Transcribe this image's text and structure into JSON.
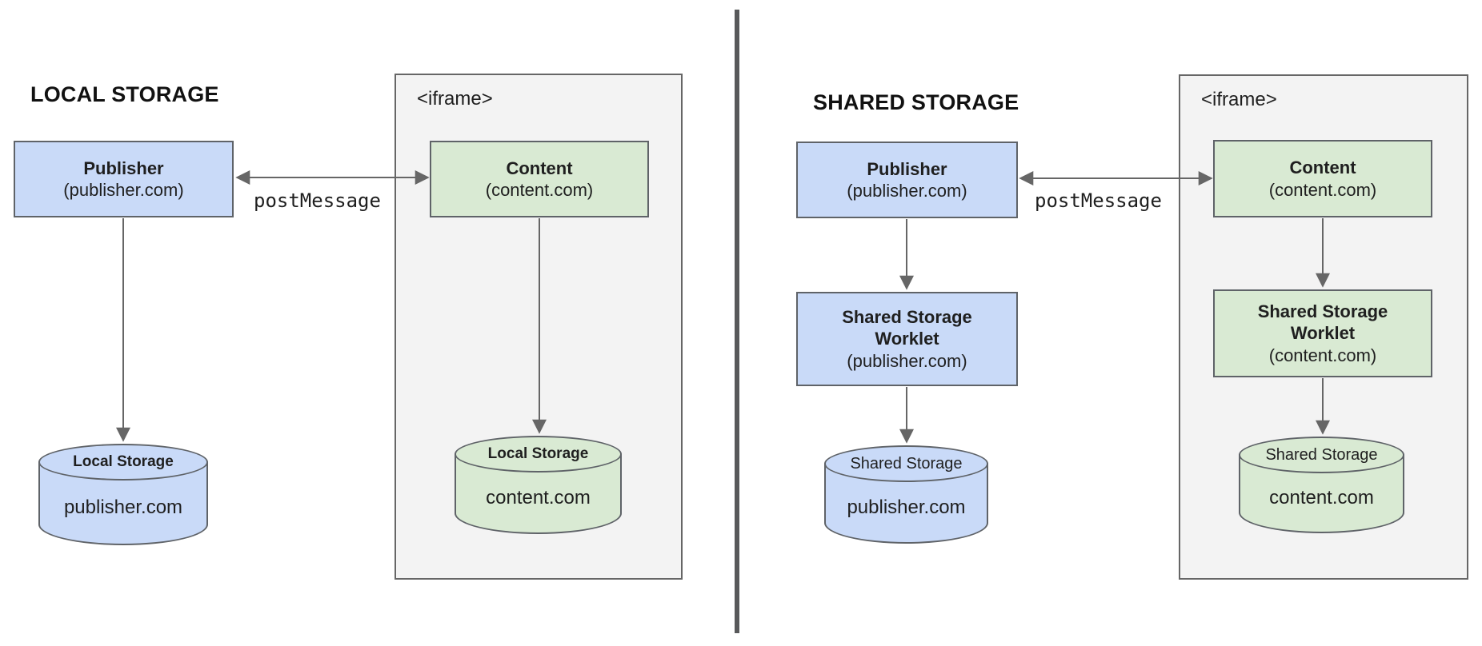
{
  "colors": {
    "publisher_fill": "#c9daf8",
    "content_fill": "#d9ead3",
    "iframe_fill": "#f3f3f3",
    "box_border": "#5f6368",
    "arrow_color": "#666666",
    "divider_color": "#58595b",
    "text_color": "#1f1f1f"
  },
  "local": {
    "title": "LOCAL STORAGE",
    "publisher_box": {
      "name": "Publisher",
      "origin": "(publisher.com)"
    },
    "post_message": "postMessage",
    "iframe_label": "<iframe>",
    "content_box": {
      "name": "Content",
      "origin": "(content.com)"
    },
    "publisher_storage": {
      "label": "Local Storage",
      "origin": "publisher.com"
    },
    "content_storage": {
      "label": "Local Storage",
      "origin": "content.com"
    }
  },
  "shared": {
    "title": "SHARED STORAGE",
    "publisher_box": {
      "name": "Publisher",
      "origin": "(publisher.com)"
    },
    "post_message": "postMessage",
    "iframe_label": "<iframe>",
    "content_box": {
      "name": "Content",
      "origin": "(content.com)"
    },
    "publisher_worklet": {
      "name_line1": "Shared Storage",
      "name_line2": "Worklet",
      "origin": "(publisher.com)"
    },
    "content_worklet": {
      "name_line1": "Shared Storage",
      "name_line2": "Worklet",
      "origin": "(content.com)"
    },
    "publisher_storage": {
      "label": "Shared Storage",
      "origin": "publisher.com"
    },
    "content_storage": {
      "label": "Shared Storage",
      "origin": "content.com"
    }
  }
}
